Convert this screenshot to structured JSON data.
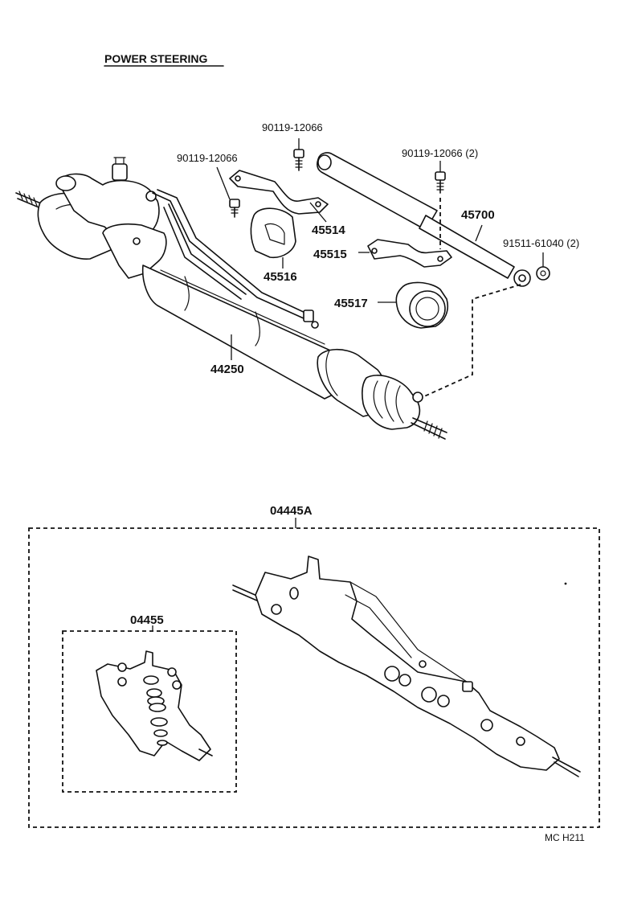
{
  "diagram": {
    "title": "POWER STEERING",
    "code": "MC H211",
    "callouts": {
      "bolt_1": "90119-12066",
      "bolt_2": "90119-12066",
      "bolt_3": "90119-12066 (2)",
      "bracket_45514": "45514",
      "cushion_45516": "45516",
      "bracket_45515": "45515",
      "damper_45700": "45700",
      "nut_91511": "91511-61040 (2)",
      "grommet_45517": "45517",
      "gear_44250": "44250",
      "kit_04445A": "04445A",
      "kit_04455": "04455"
    }
  }
}
